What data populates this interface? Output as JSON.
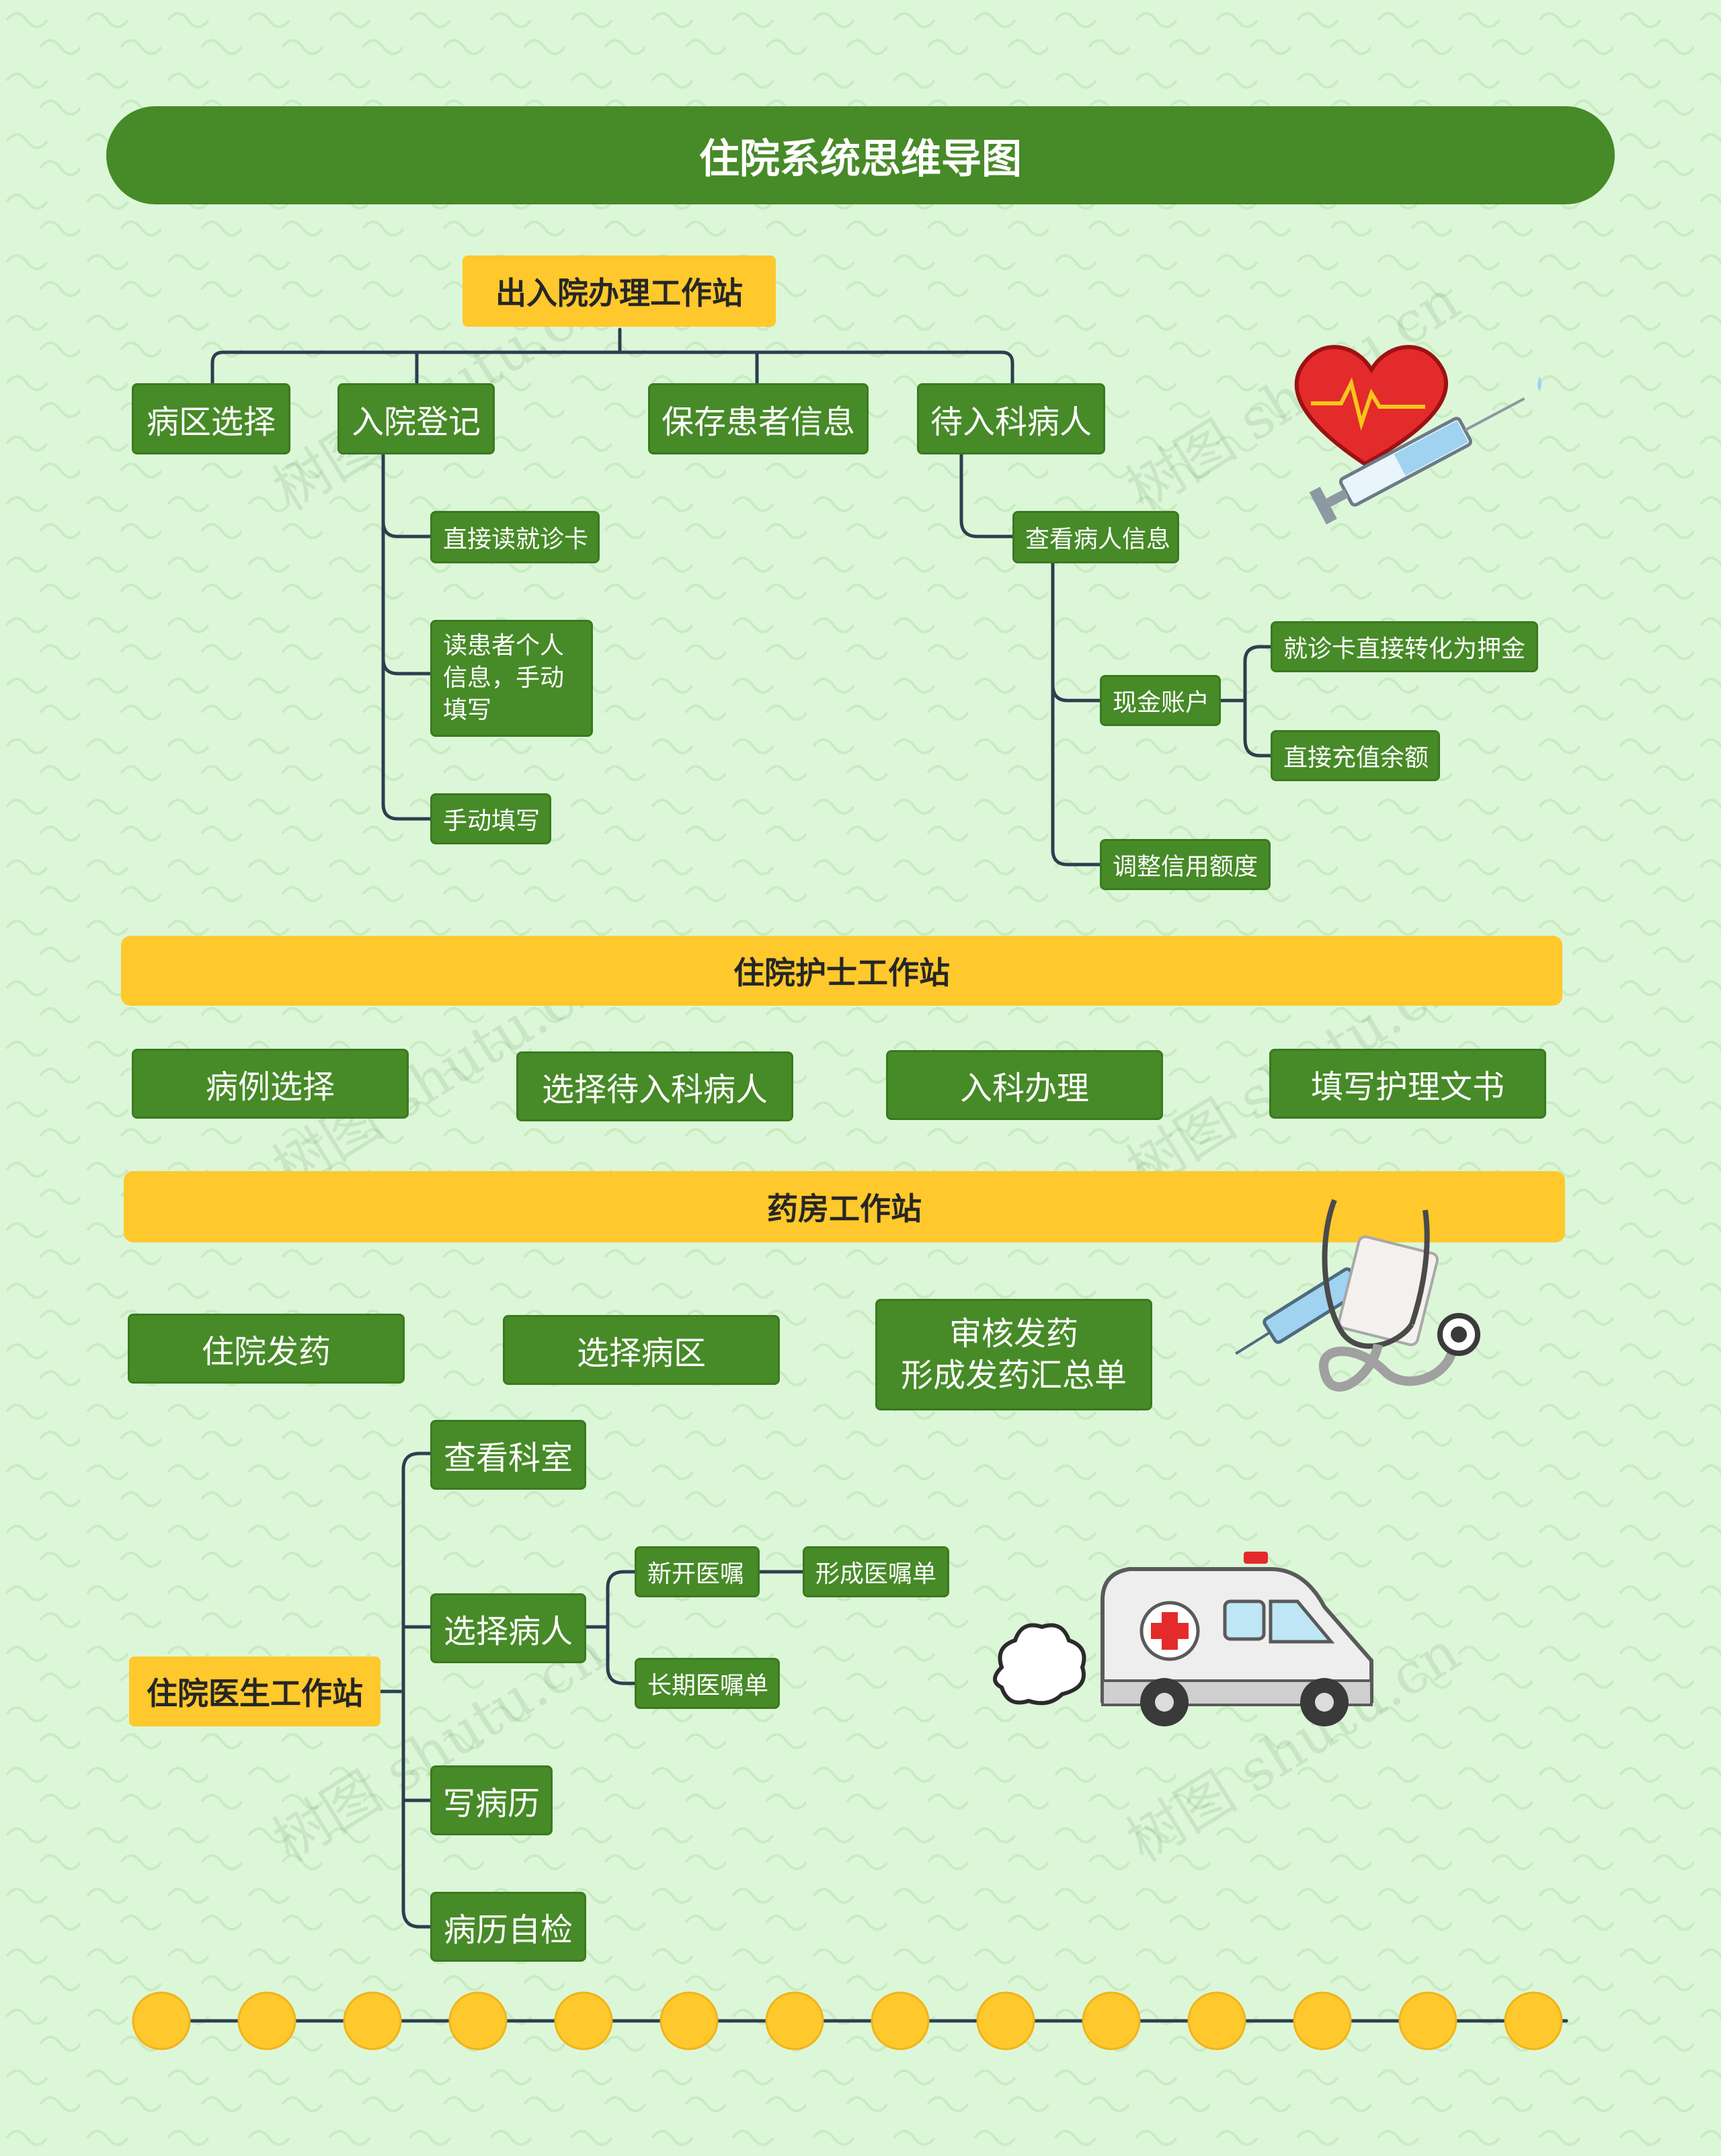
{
  "title": "住院系统思维导图",
  "watermark": "树图 shutu.cn",
  "colors": {
    "background": "#dcf7d8",
    "green": "#478a28",
    "yellow": "#ffc82c",
    "line": "#2d3e50"
  },
  "section1": {
    "root": "出入院办理工作站",
    "branches": [
      "病区选择",
      "入院登记",
      "保存患者信息",
      "待入科病人"
    ],
    "admission_children": [
      "直接读就诊卡",
      "读患者个人信息，手动填写",
      "手动填写"
    ],
    "pending_child": "查看病人信息",
    "info_children": [
      "现金账户",
      "调整信用额度"
    ],
    "cash_children": [
      "就诊卡直接转化为押金",
      "直接充值余额"
    ]
  },
  "section2": {
    "title": "住院护士工作站",
    "items": [
      "病例选择",
      "选择待入科病人",
      "入科办理",
      "填写护理文书"
    ]
  },
  "section3": {
    "title": "药房工作站",
    "items": [
      "住院发药",
      "选择病区",
      "审核发药",
      "形成发药汇总单"
    ]
  },
  "section4": {
    "root": "住院医生工作站",
    "branches": [
      "查看科室",
      "选择病人",
      "写病历",
      "病历自检"
    ],
    "patient_children": [
      "新开医嘱",
      "长期医嘱单"
    ],
    "new_order_child": "形成医嘱单"
  },
  "illustrations": [
    "heart-syringe-icon",
    "stethoscope-syringe-icon",
    "ambulance-icon"
  ]
}
